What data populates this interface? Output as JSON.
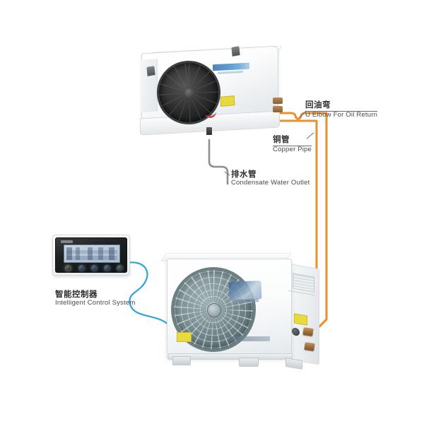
{
  "diagram": {
    "title": "Cold Room Refrigeration Unit Installation Diagram",
    "background_color": "#ffffff",
    "pipe_color": "#e8922e",
    "cable_color": "#2ba5db",
    "drain_color": "#8a8f93",
    "leader_color": "#6b6b6b"
  },
  "labels": {
    "oil_return": {
      "cn": "回油弯",
      "en": "U Elbow For Oil Return"
    },
    "copper_pipe": {
      "cn": "铜管",
      "en": "Copper Pipe"
    },
    "condensate": {
      "cn": "排水管",
      "en": "Condensate Water Outlet"
    },
    "controller": {
      "cn": "智能控制器",
      "en": "Intelligent Control System"
    }
  },
  "components": {
    "indoor_unit": {
      "name": "air-cooler-evaporator",
      "description": "Ceiling mounted unit cooler with axial fan"
    },
    "outdoor_unit": {
      "name": "condensing-unit",
      "description": "Outdoor condensing unit with axial fan and service valves"
    },
    "controller": {
      "name": "intelligent-controller",
      "description": "Wall mounted LCD control panel with five buttons",
      "button_count": 5
    }
  }
}
